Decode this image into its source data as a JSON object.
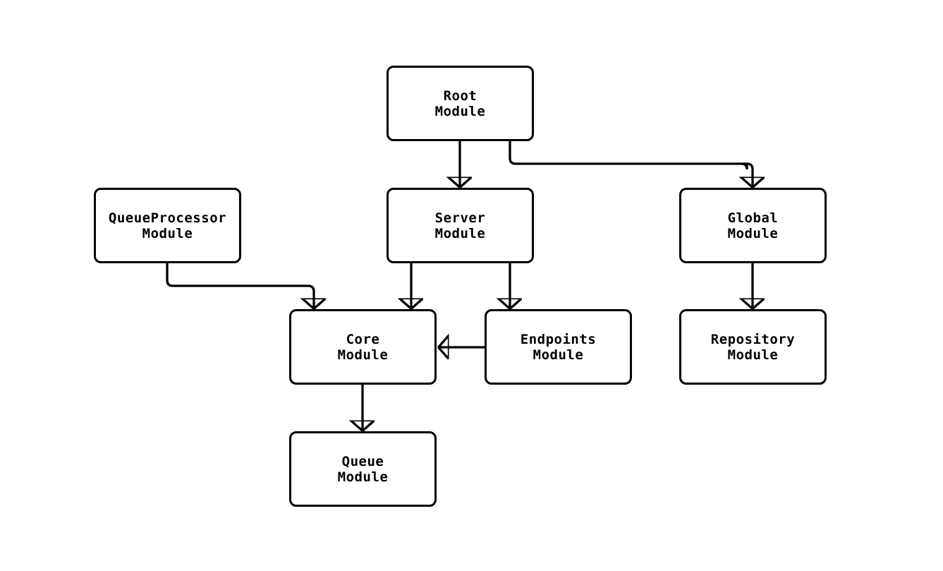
{
  "diagram": {
    "type": "flowchart",
    "direction": "top-down",
    "colors": {
      "background": "#ffffff",
      "node_fill": "#ffffff",
      "node_border": "#000000",
      "edge": "#000000",
      "text": "#000000"
    },
    "nodes": {
      "root": {
        "line1": "Root",
        "line2": "Module"
      },
      "queueprocessor": {
        "line1": "QueueProcessor",
        "line2": "Module"
      },
      "server": {
        "line1": "Server",
        "line2": "Module"
      },
      "global": {
        "line1": "Global",
        "line2": "Module"
      },
      "core": {
        "line1": "Core",
        "line2": "Module"
      },
      "endpoints": {
        "line1": "Endpoints",
        "line2": "Module"
      },
      "repository": {
        "line1": "Repository",
        "line2": "Module"
      },
      "queue": {
        "line1": "Queue",
        "line2": "Module"
      }
    },
    "edges": [
      {
        "from": "Root Module",
        "to": "Server Module"
      },
      {
        "from": "Root Module",
        "to": "Global Module"
      },
      {
        "from": "QueueProcessor Module",
        "to": "Core Module"
      },
      {
        "from": "Server Module",
        "to": "Core Module"
      },
      {
        "from": "Server Module",
        "to": "Endpoints Module"
      },
      {
        "from": "Endpoints Module",
        "to": "Core Module"
      },
      {
        "from": "Core Module",
        "to": "Queue Module"
      },
      {
        "from": "Global Module",
        "to": "Repository Module"
      }
    ]
  }
}
